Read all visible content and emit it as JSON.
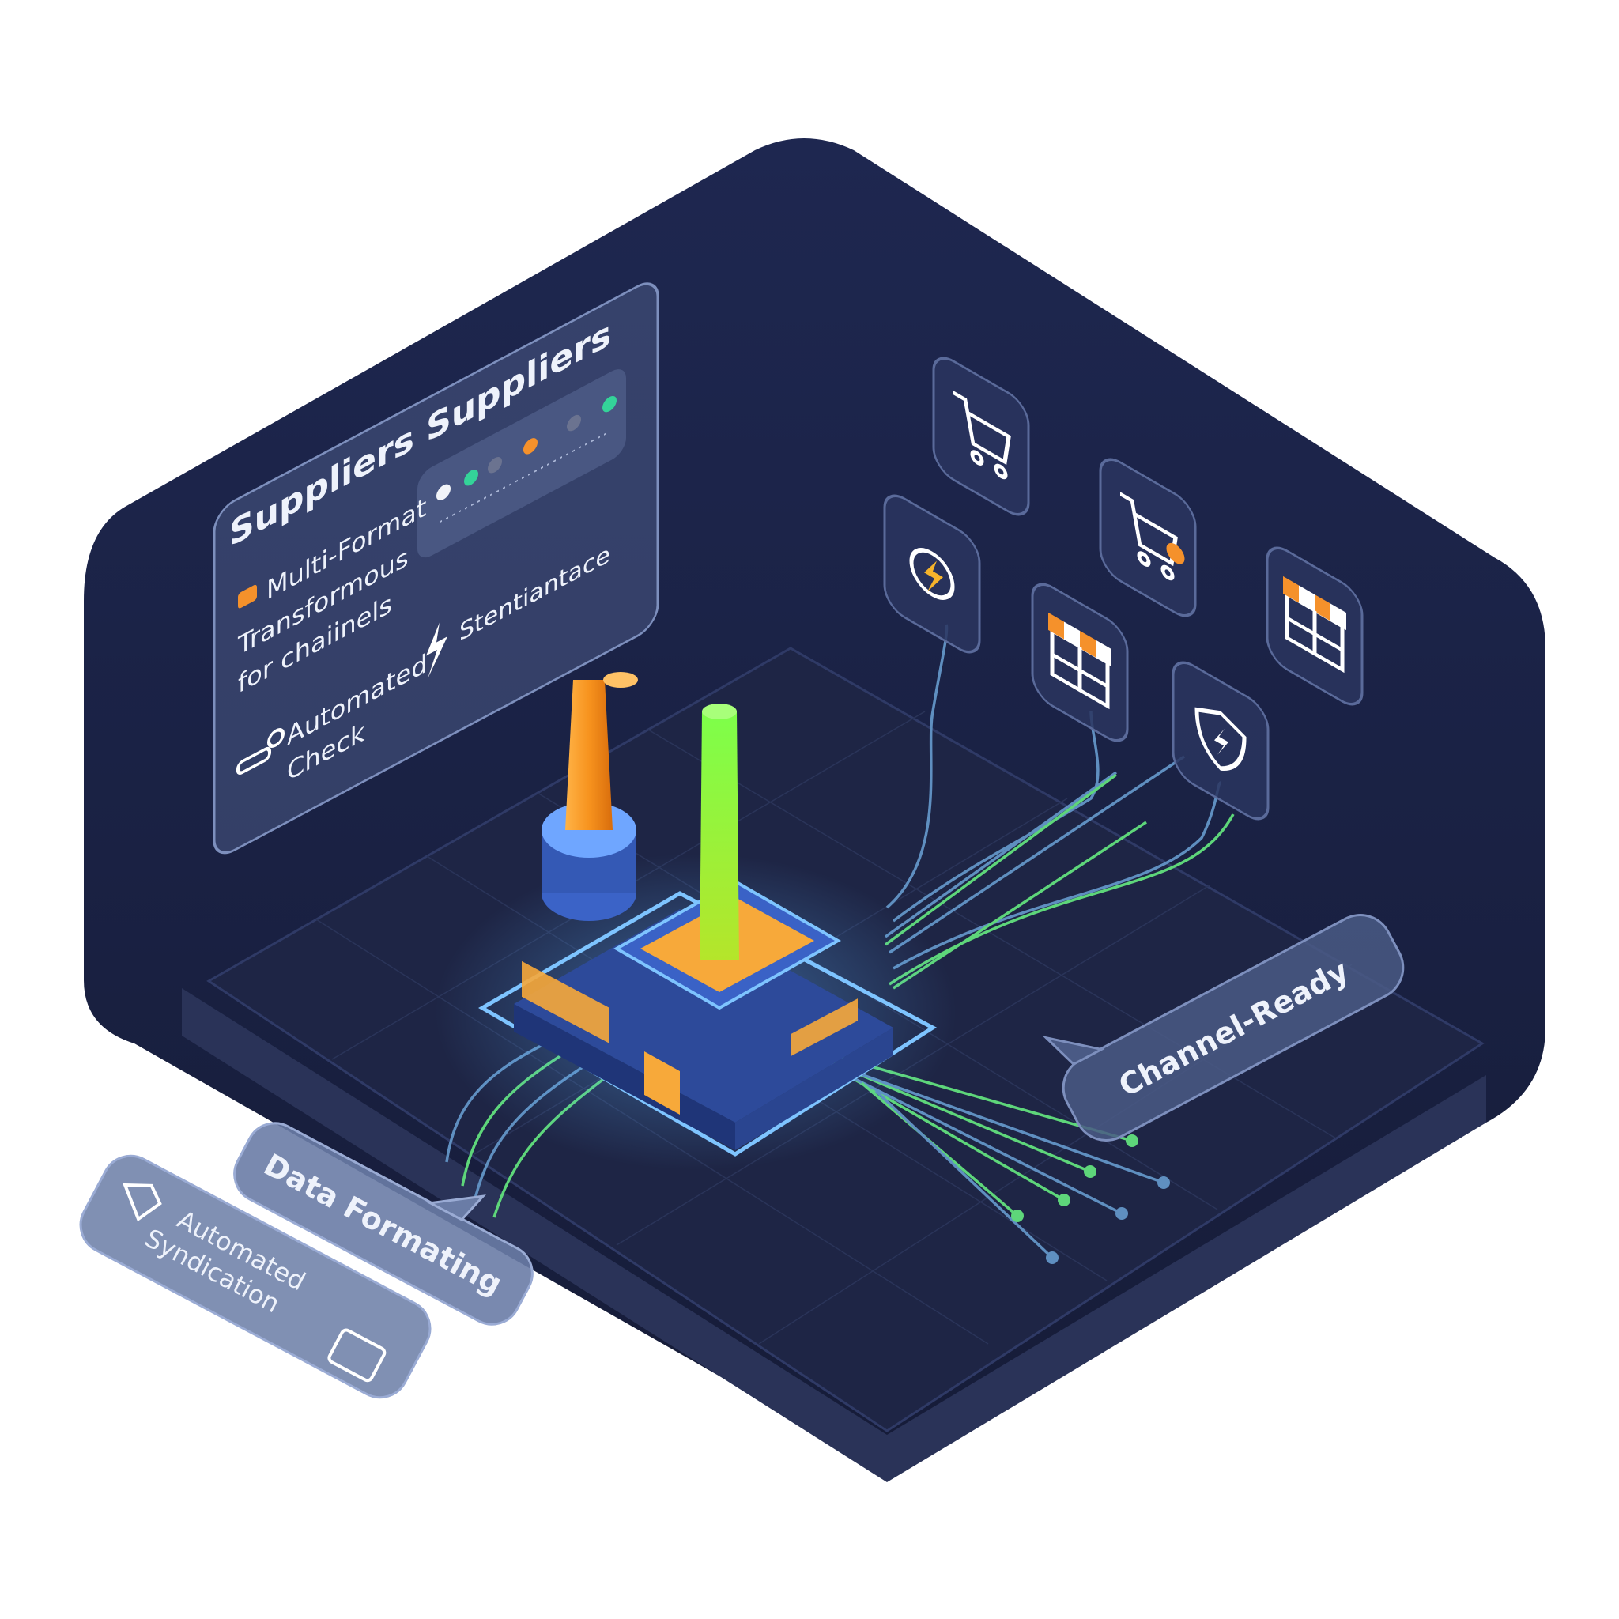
{
  "supplier_panel": {
    "title": "Suppliers Suppliers",
    "feature_1_line_1": "Multi-Format",
    "feature_1_line_2": "Transformous",
    "feature_1_line_3": "for chaiinels",
    "feature_2_line_1": "Automated",
    "feature_2_line_2": "Check",
    "feature_3": "Stentiantace",
    "status_dots": [
      "#f2f4f8",
      "#34d399",
      "#6b7390",
      "#f5912b",
      "#6b7390",
      "#34d399"
    ]
  },
  "callouts": {
    "channel_ready": "Channel-Ready",
    "data_formatting": "Data Formating",
    "automated_syndication_line_1": "Automated",
    "automated_syndication_line_2": "Syndication"
  },
  "icons": [
    "shopping-cart",
    "bolt-gear",
    "shopping-cart-tag",
    "storefront",
    "storefront",
    "shield-bolt"
  ],
  "colors": {
    "background_wall": "#1a2142",
    "floor": "#1c2240",
    "accent_orange": "#f5912b",
    "accent_green": "#5ee03a",
    "line_green": "#5ed67a",
    "line_blue": "#5f8fc0",
    "panel_glass": "#4a5a85"
  }
}
